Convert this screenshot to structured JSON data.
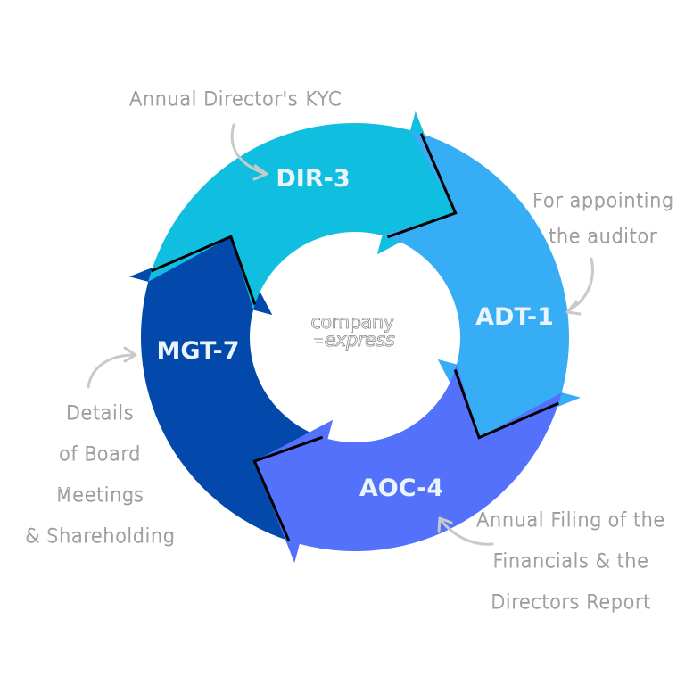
{
  "diagram": {
    "type": "cycle",
    "direction": "clockwise",
    "logo": {
      "line1": "company",
      "line2": "express"
    },
    "stages": [
      {
        "id": "dir3",
        "label": "DIR-3",
        "color": "#10bfe0",
        "note_lines": [
          "Annual Director's KYC"
        ]
      },
      {
        "id": "adt1",
        "label": "ADT-1",
        "color": "#36adf5",
        "note_lines": [
          "For appointing",
          "the auditor"
        ]
      },
      {
        "id": "aoc4",
        "label": "AOC-4",
        "color": "#5471fb",
        "note_lines": [
          "Annual Filing of the",
          "Financials & the",
          "Directors Report"
        ]
      },
      {
        "id": "mgt7",
        "label": "MGT-7",
        "color": "#0249ab",
        "note_lines": [
          "Details",
          "of Board",
          "Meetings",
          "& Shareholding"
        ]
      }
    ],
    "outline_color": "#000000",
    "note_color": "#9a9a9a"
  }
}
